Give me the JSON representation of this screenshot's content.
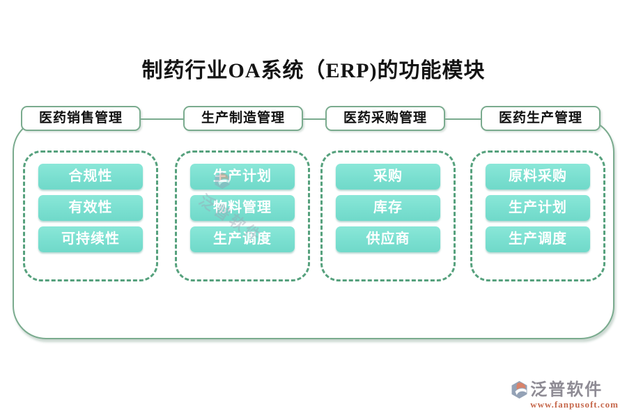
{
  "title": "制药行业OA系统（ERP)的功能模块",
  "columns": [
    {
      "header": "医药销售管理",
      "items": [
        "合规性",
        "有效性",
        "可持续性"
      ]
    },
    {
      "header": "生产制造管理",
      "items": [
        "生产计划",
        "物料管理",
        "生产调度"
      ]
    },
    {
      "header": "医药采购管理",
      "items": [
        "采购",
        "库存",
        "供应商"
      ]
    },
    {
      "header": "医药生产管理",
      "items": [
        "原料采购",
        "生产计划",
        "生产调度"
      ]
    }
  ],
  "watermark": {
    "text": "泛普软件"
  },
  "branding": {
    "company": "泛普软件",
    "website": "www.fanpusoft.com"
  },
  "colors": {
    "chip_teal": "#7de1d2",
    "solid_border_green": "#7aab8e",
    "dashed_border_green": "#56a17d",
    "brand_gray": "#8e8b94",
    "brand_red": "#c6684c"
  }
}
